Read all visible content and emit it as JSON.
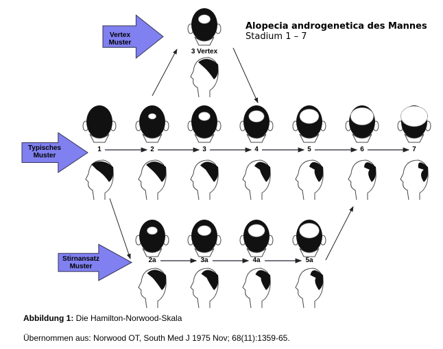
{
  "title": "Alopecia androgenetica des Mannes",
  "subtitle": "Stadium 1 – 7",
  "arrows": {
    "vertex": "Vertex\nMuster",
    "typical": "Typisches\nMuster",
    "frontal": "Stirnansatz\nMuster"
  },
  "vertex_label": "3 Vertex",
  "stages": [
    "1",
    "2",
    "3",
    "4",
    "5",
    "6",
    "7"
  ],
  "frontal_stages": [
    "2a",
    "3a",
    "4a",
    "5a"
  ],
  "caption": {
    "bold": "Abbildung 1:",
    "text": " Die Hamilton-Norwood-Skala",
    "source": "Übernommen aus: Norwood OT, South Med J 1975 Nov; 68(11):1359-65."
  },
  "colors": {
    "arrow": "#8080f0",
    "hair": "#111111"
  }
}
